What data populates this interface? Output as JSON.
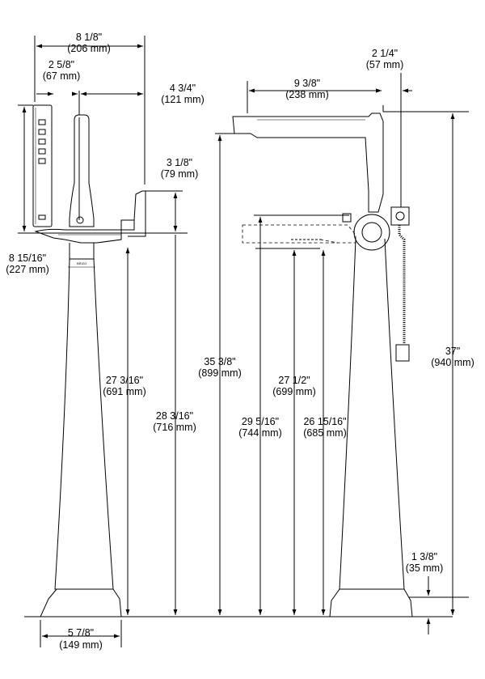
{
  "brand": "BRIZO",
  "dimensions": {
    "top_total": {
      "imperial": "8 1/8\"",
      "metric": "(206 mm)"
    },
    "handshower_offset": {
      "imperial": "2 5/8\"",
      "metric": "(67 mm)"
    },
    "body_to_spout": {
      "imperial": "4 3/4\"",
      "metric": "(121 mm)"
    },
    "handle_height": {
      "imperial": "3 1/8\"",
      "metric": "(79 mm)"
    },
    "handshower_length": {
      "imperial": "8 15/16\"",
      "metric": "(227 mm)"
    },
    "side_27_3_16": {
      "imperial": "27 3/16\"",
      "metric": "(691 mm)"
    },
    "side_28_3_16": {
      "imperial": "28 3/16\"",
      "metric": "(716 mm)"
    },
    "base_width": {
      "imperial": "5 7/8\"",
      "metric": "(149 mm)"
    },
    "spout_reach": {
      "imperial": "9 3/8\"",
      "metric": "(238 mm)"
    },
    "hose_offset": {
      "imperial": "2 1/4\"",
      "metric": "(57 mm)"
    },
    "spout_height": {
      "imperial": "35 3/8\"",
      "metric": "(899 mm)"
    },
    "front_27_1_2": {
      "imperial": "27 1/2\"",
      "metric": "(699 mm)"
    },
    "front_29_5_16": {
      "imperial": "29 5/16\"",
      "metric": "(744 mm)"
    },
    "front_26_15_16": {
      "imperial": "26 15/16\"",
      "metric": "(685 mm)"
    },
    "total_height": {
      "imperial": "37\"",
      "metric": "(940 mm)"
    },
    "base_height": {
      "imperial": "1 3/8\"",
      "metric": "(35 mm)"
    }
  }
}
